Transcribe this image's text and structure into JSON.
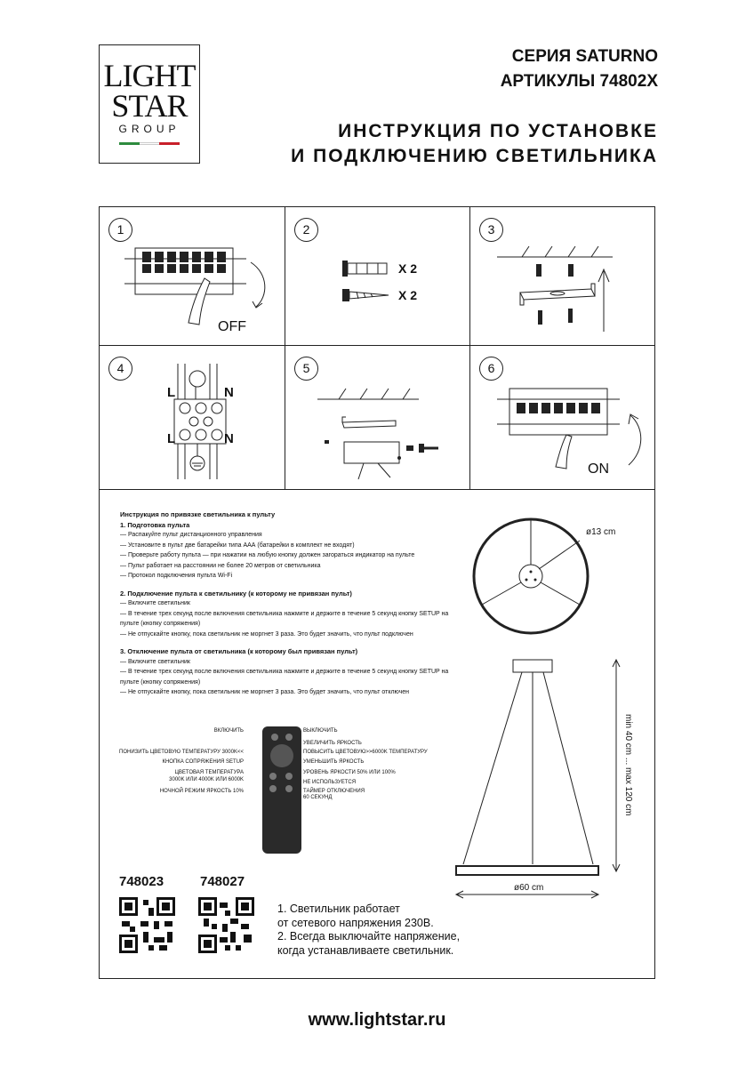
{
  "logo": {
    "line1": "LIGHT",
    "line2": "STAR",
    "line3": "GROUP",
    "flag_colors": [
      "#2e8b3e",
      "#ffffff",
      "#c8202a"
    ]
  },
  "header": {
    "series": "СЕРИЯ SATURNO",
    "articles": "АРТИКУЛЫ 74802X",
    "title_line1": "ИНСТРУКЦИЯ ПО УСТАНОВКЕ",
    "title_line2": "И ПОДКЛЮЧЕНИЮ СВЕТИЛЬНИКА"
  },
  "steps": [
    {
      "number": "1",
      "label": "OFF"
    },
    {
      "number": "2",
      "qty1": "X 2",
      "qty2": "X 2"
    },
    {
      "number": "3"
    },
    {
      "number": "4",
      "l_top": "L",
      "n_top": "N",
      "l_bottom": "L",
      "n_bottom": "N"
    },
    {
      "number": "5"
    },
    {
      "number": "6",
      "label": "ON"
    }
  ],
  "pairing": {
    "title": "Инструкция по привязке светильника к пульту",
    "sections": [
      {
        "heading": "1. Подготовка пульта",
        "items": [
          "— Распакуйте пульт дистанционного управления",
          "— Установите в пульт две батарейки типа ААА (батарейки в комплект не входят)",
          "— Проверьте работу пульта — при нажатии на любую кнопку должен загораться индикатор на пульте",
          "— Пульт работает на расстоянии не более 20 метров от светильника",
          "— Протокол подключения пульта Wi-Fi"
        ]
      },
      {
        "heading": "2. Подключение пульта к светильнику (к которому не привязан пульт)",
        "items": [
          "— Включите светильник",
          "— В течение трех секунд после включения светильника нажмите и держите в течение 5 секунд кнопку SETUP на пульте (кнопку сопряжения)",
          "— Не отпускайте кнопку, пока светильник не моргнет 3 раза. Это будет значить, что пульт подключен"
        ]
      },
      {
        "heading": "3. Отключение пульта от светильника (к которому был привязан пульт)",
        "items": [
          "— Включите светильник",
          "— В течение трех секунд после включения светильника нажмите и держите в течение 5 секунд кнопку SETUP на пульте (кнопку сопряжения)",
          "— Не отпускайте кнопку, пока светильник не моргнет 3 раза. Это будет значить, что пульт отключен"
        ]
      }
    ]
  },
  "remote": {
    "left_labels": [
      "ВКЛЮЧИТЬ",
      "ПОНИЗИТЬ ЦВЕТОВУЮ ТЕМПЕРАТУРУ 3000K<<",
      "КНОПКА СОПРЯЖЕНИЯ SETUP",
      "ЦВЕТОВАЯ ТЕМПЕРАТУРА",
      "3000K ИЛИ 4000K ИЛИ 6000K",
      "НОЧНОЙ РЕЖИМ ЯРКОСТЬ 10%"
    ],
    "right_labels": [
      "ВЫКЛЮЧИТЬ",
      "УВЕЛИЧИТЬ ЯРКОСТЬ",
      "ПОВЫСИТЬ ЦВЕТОВУЮ>>6000K ТЕМПЕРАТУРУ",
      "УМЕНЬШИТЬ ЯРКОСТЬ",
      "УРОВЕНЬ ЯРКОСТИ 50% ИЛИ 100%",
      "НЕ ИСПОЛЬЗУЕТСЯ",
      "ТАЙМЕР ОТКЛЮЧЕНИЯ",
      "60 СЕКУНД"
    ]
  },
  "articles": [
    "748023",
    "748027"
  ],
  "notes": [
    "1. Светильник работает",
    "от сетевого напряжения 230В.",
    "2. Всегда выключайте напряжение,",
    "когда устанавливаете светильник."
  ],
  "dimensions": {
    "canopy": "ø13 cm",
    "ring": "ø60 cm",
    "height": "min 40 cm ... max 120 cm"
  },
  "footer": "www.lightstar.ru"
}
